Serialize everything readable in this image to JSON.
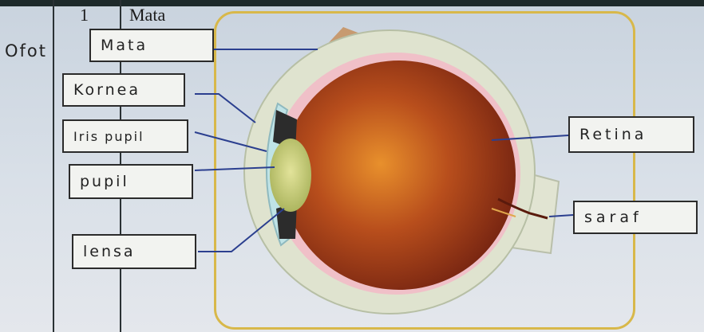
{
  "table": {
    "row_number": "1",
    "row_title": "Mata"
  },
  "side_note": "Ofot",
  "labels": {
    "mata": "Mata",
    "kornea": "Kornea",
    "iris_pupil": "Iris pupil",
    "pupil": "pupil",
    "lensa": "lensa",
    "retina": "Retina",
    "saraf": "saraf"
  },
  "colors": {
    "panel_border": "#d8b84a",
    "pointer_line": "#2b3f8f",
    "eyeball": "#9a3a17",
    "lens": "#c9cf7a",
    "sclera": "#dfe3cf"
  }
}
